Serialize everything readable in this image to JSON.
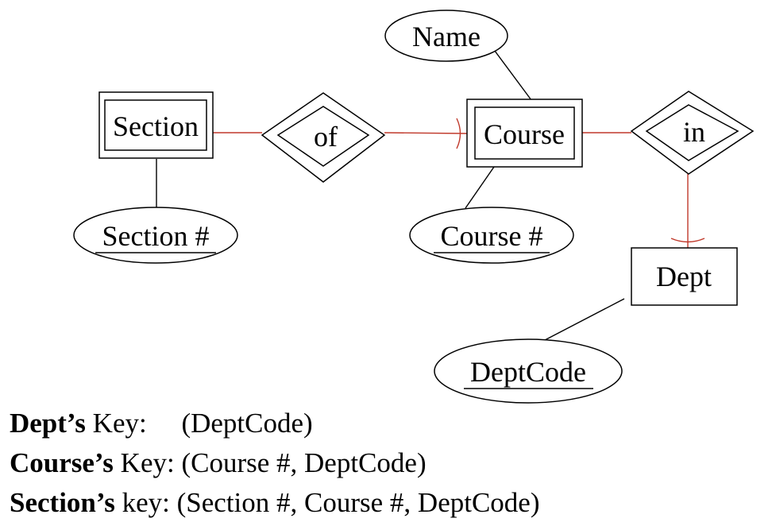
{
  "entities": {
    "section": "Section",
    "course": "Course",
    "dept": "Dept"
  },
  "relationships": {
    "of": "of",
    "in": "in"
  },
  "attributes": {
    "name": "Name",
    "section_num": "Section #",
    "course_num": "Course #",
    "dept_code": "DeptCode"
  },
  "keys": [
    {
      "entity": "Dept’s",
      "word": " Key:",
      "value": "     (DeptCode)"
    },
    {
      "entity": "Course’s",
      "word": " Key:",
      "value": " (Course #, DeptCode)"
    },
    {
      "entity": "Section’s",
      "word": " key:",
      "value": " (Section #, Course #, DeptCode)"
    }
  ],
  "colors": {
    "line": "#000000",
    "relationship_line": "#c0392b"
  }
}
